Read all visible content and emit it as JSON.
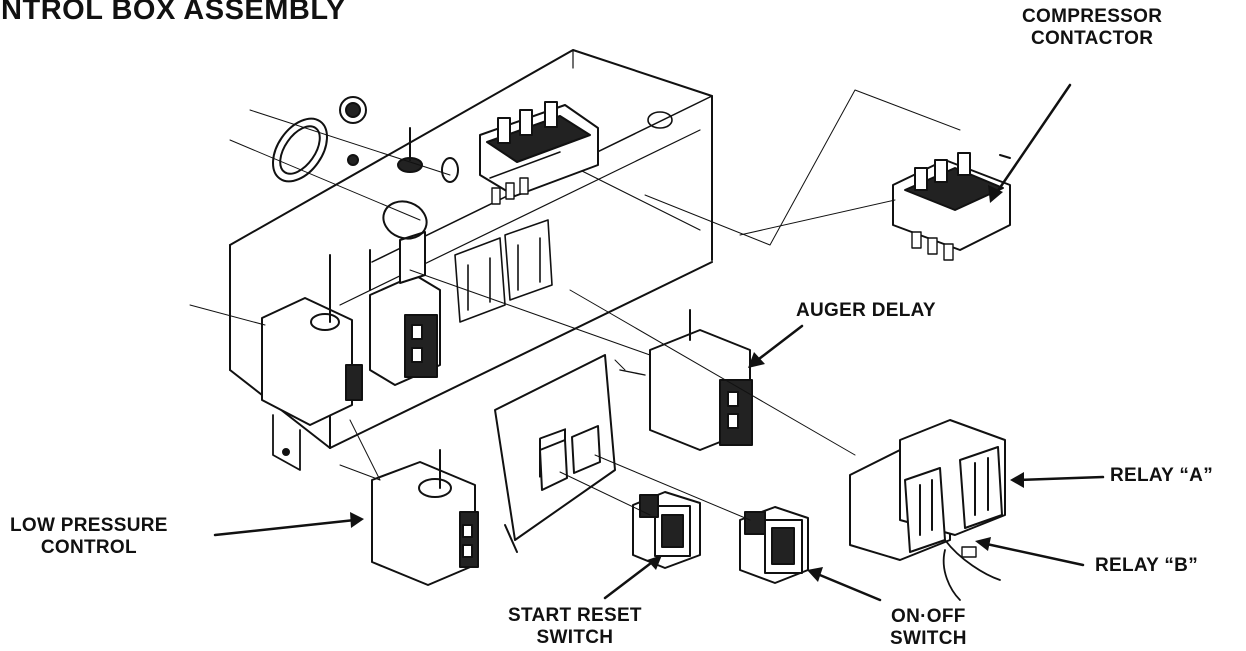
{
  "title": "ONTROL BOX ASSEMBLY",
  "labels": {
    "compressor_contactor_line1": "COMPRESSOR",
    "compressor_contactor_line2": "CONTACTOR",
    "auger_delay": "AUGER DELAY",
    "relay_a": "RELAY “A”",
    "relay_b": "RELAY “B”",
    "low_pressure_line1": "LOW PRESSURE",
    "low_pressure_line2": "CONTROL",
    "start_reset_line1": "START RESET",
    "start_reset_line2": "SWITCH",
    "on_off_line1": "ON·OFF",
    "on_off_line2": "SWITCH"
  },
  "colors": {
    "ink": "#111111",
    "paper": "#ffffff"
  }
}
